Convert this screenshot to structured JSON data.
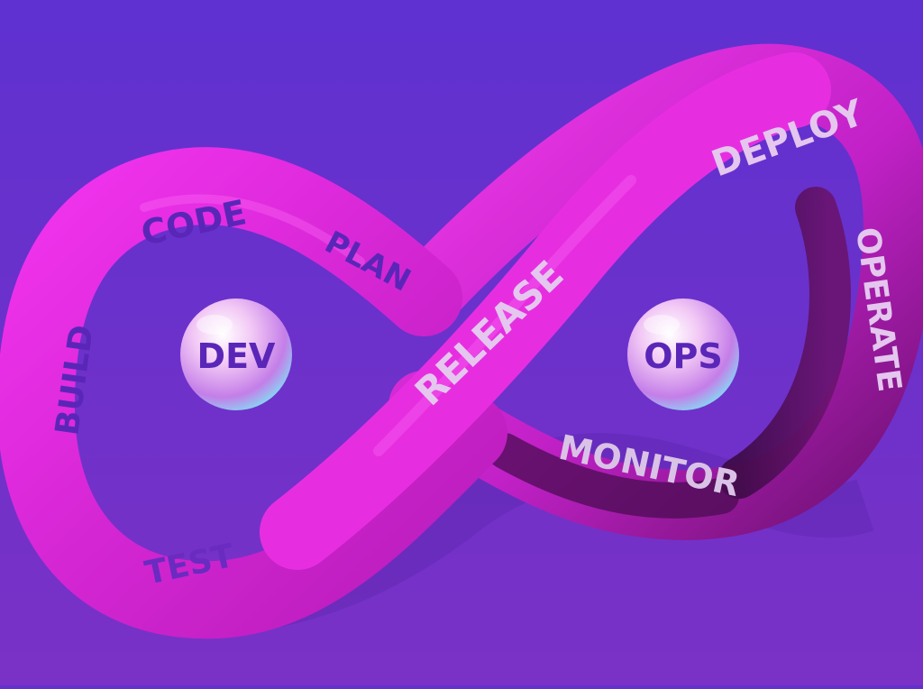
{
  "colors": {
    "background_top": "#5e31d0",
    "background_bottom": "#7a31c6",
    "loop_light": "#ee2ae8",
    "loop_mid": "#cf24cf",
    "loop_dark": "#5c0e61",
    "label_purple": "#5a26b8",
    "label_light": "#e4c6ee"
  },
  "loop": {
    "stages": [
      {
        "name": "build",
        "label": "BUILD"
      },
      {
        "name": "code",
        "label": "CODE"
      },
      {
        "name": "plan",
        "label": "PLAN"
      },
      {
        "name": "release",
        "label": "RELEASE"
      },
      {
        "name": "deploy",
        "label": "DEPLOY"
      },
      {
        "name": "operate",
        "label": "OPERATE"
      },
      {
        "name": "monitor",
        "label": "MONITOR"
      },
      {
        "name": "test",
        "label": "TEST"
      }
    ]
  },
  "spheres": {
    "dev": {
      "label": "DEV"
    },
    "ops": {
      "label": "OPS"
    }
  }
}
